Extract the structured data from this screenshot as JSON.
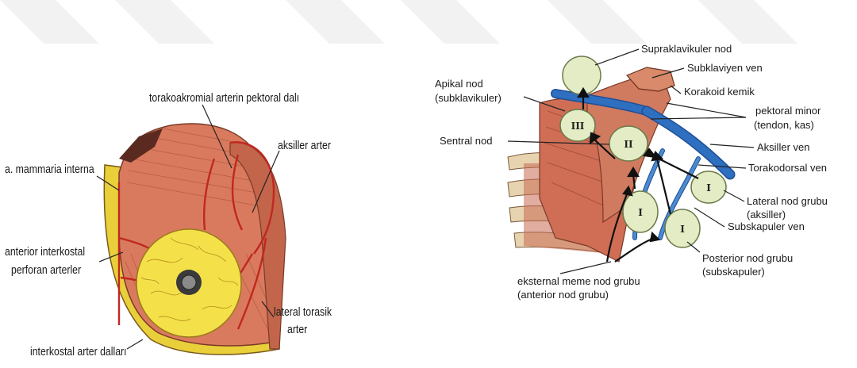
{
  "left_figure": {
    "labels": {
      "torakoakromial": "torakoakromial arterin pektoral dalı",
      "aksiller_arter": "aksiller arter",
      "mammaria": "a. mammaria interna",
      "ant_interkostal_1": "anterior interkostal",
      "ant_interkostal_2": "perforan arterler",
      "lateral_torasik_1": "lateral torasik",
      "lateral_torasik_2": "arter",
      "interkostal_dallari": "interkostal arter dalları"
    }
  },
  "right_figure": {
    "labels": {
      "supraklavikuler": "Supraklavikuler nod",
      "subklaviyen": "Subklaviyen ven",
      "apikal_1": "Apikal nod",
      "apikal_2": "(subklavikuler)",
      "korakoid": "Korakoid kemik",
      "pektoral_minor_1": "pektoral minor",
      "pektoral_minor_2": "(tendon, kas)",
      "sentral": "Sentral nod",
      "aksiller_ven": "Aksiller ven",
      "torakodorsal": "Torakodorsal ven",
      "lateral_nod_1": "Lateral nod grubu",
      "lateral_nod_2": "(aksiller)",
      "subskapuler_ven": "Subskapuler ven",
      "posterior_1": "Posterior nod grubu",
      "posterior_2": "(subskapuler)",
      "eksternal_1": "eksternal meme nod grubu",
      "eksternal_2": "(anterior nod grubu)"
    },
    "node_numerals": {
      "apical": "III",
      "central": "II",
      "lateral": "I",
      "anterior": "I",
      "posterior": "I"
    }
  },
  "colors": {
    "muscle": "#d97a5e",
    "muscle_dark": "#b3523a",
    "yellow": "#f4e14a",
    "vein_blue": "#2f6fc0",
    "node_fill": "#e3ecc4",
    "artery_red": "#c0281f"
  }
}
